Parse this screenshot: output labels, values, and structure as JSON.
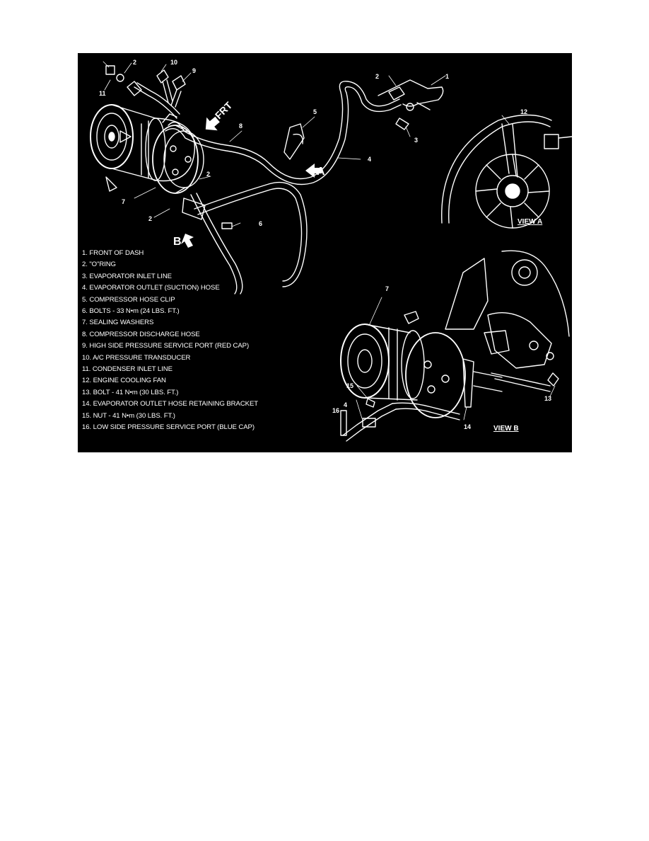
{
  "diagram": {
    "legend_items": [
      "1. FRONT OF DASH",
      "2. \"O\"RING",
      "3. EVAPORATOR INLET LINE",
      "4. EVAPORATOR OUTLET (SUCTION) HOSE",
      "5. COMPRESSOR HOSE CLIP",
      "6. BOLTS - 33 N•m (24 LBS. FT.)",
      "7. SEALING WASHERS",
      "8. COMPRESSOR DISCHARGE HOSE",
      "9. HIGH SIDE PRESSURE SERVICE PORT (RED CAP)",
      "10. A/C PRESSURE TRANSDUCER",
      "11. CONDENSER INLET LINE",
      "12. ENGINE COOLING FAN",
      "13. BOLT - 41 N•m (30 LBS. FT.)",
      "14. EVAPORATOR OUTLET HOSE RETAINING BRACKET",
      "15. NUT - 41 N•m (30 LBS. FT.)",
      "16. LOW SIDE PRESSURE SERVICE PORT (BLUE CAP)"
    ],
    "callouts": [
      "1",
      "2",
      "2",
      "2",
      "2",
      "3",
      "4",
      "4",
      "5",
      "6",
      "7",
      "7",
      "8",
      "9",
      "10",
      "11",
      "12",
      "13",
      "14",
      "15",
      "16"
    ],
    "view_a_label": "VIEW A",
    "view_b_label": "VIEW B",
    "frt_label": "FRT",
    "arrow_a_label": "A",
    "arrow_b_label": "B",
    "colors": {
      "background": "#000000",
      "linework": "#ffffff"
    }
  }
}
